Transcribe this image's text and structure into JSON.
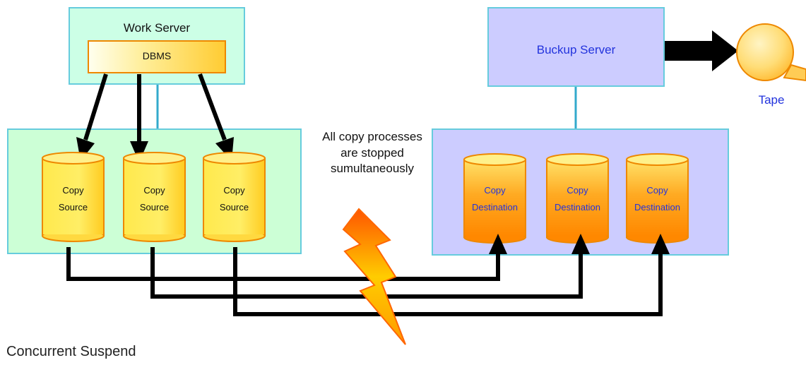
{
  "work_server": {
    "title": "Work Server",
    "dbms_label": "DBMS"
  },
  "backup_server": {
    "title": "Buckup Server"
  },
  "tape": {
    "label": "Tape"
  },
  "note": "All copy processes are stopped sumultaneously",
  "caption": "Concurrent Suspend",
  "sources": [
    {
      "line1": "Copy",
      "line2": "Source"
    },
    {
      "line1": "Copy",
      "line2": "Source"
    },
    {
      "line1": "Copy",
      "line2": "Source"
    }
  ],
  "destinations": [
    {
      "line1": "Copy",
      "line2": "Destination"
    },
    {
      "line1": "Copy",
      "line2": "Destination"
    },
    {
      "line1": "Copy",
      "line2": "Destination"
    }
  ],
  "colors": {
    "server_fill": "#ccffe6",
    "storage_fill": "#ccffd6",
    "backup_fill": "#ccccff",
    "border": "#66ccdd",
    "disk_orange": "#ff9900",
    "disk_yellow": "#ffee66",
    "label_blue": "#2233dd"
  }
}
